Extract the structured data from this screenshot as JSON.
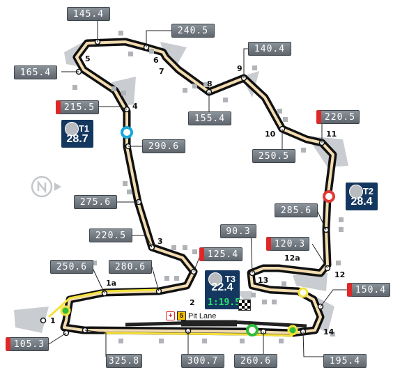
{
  "speed_traps": [
    {
      "id": "t-top",
      "value": "145.4"
    },
    {
      "id": "t-c6",
      "value": "240.5"
    },
    {
      "id": "t-c9",
      "value": "140.4"
    },
    {
      "id": "t-c5",
      "value": "165.4"
    },
    {
      "id": "t-c4",
      "value": "215.5",
      "slow": true
    },
    {
      "id": "t-c11",
      "value": "220.5",
      "slow": true
    },
    {
      "id": "t-c8",
      "value": "155.4"
    },
    {
      "id": "t-straight1",
      "value": "290.6"
    },
    {
      "id": "t-c10",
      "value": "250.5"
    },
    {
      "id": "t-back",
      "value": "275.6"
    },
    {
      "id": "t-c12b",
      "value": "285.6"
    },
    {
      "id": "t-c3",
      "value": "220.5"
    },
    {
      "id": "t-c13",
      "value": "90.3"
    },
    {
      "id": "t-c12a",
      "value": "120.3",
      "slow": true
    },
    {
      "id": "t-c2",
      "value": "125.4",
      "slow": true
    },
    {
      "id": "t-c1a",
      "value": "250.6"
    },
    {
      "id": "t-c1b",
      "value": "280.6"
    },
    {
      "id": "t-c14",
      "value": "150.4",
      "slow": true
    },
    {
      "id": "t-c1",
      "value": "105.3",
      "slow": true
    },
    {
      "id": "t-main1",
      "value": "325.8"
    },
    {
      "id": "t-main2",
      "value": "300.7"
    },
    {
      "id": "t-main3",
      "value": "260.6"
    },
    {
      "id": "t-c14b",
      "value": "195.4"
    }
  ],
  "corners": [
    "1",
    "1a",
    "2",
    "3",
    "4",
    "5",
    "6",
    "7",
    "8",
    "9",
    "10",
    "11",
    "12",
    "12a",
    "13",
    "14"
  ],
  "sectors": [
    {
      "name": "T1",
      "value": "28.7"
    },
    {
      "name": "T2",
      "value": "28.4"
    },
    {
      "name": "T3",
      "value": "22.4"
    }
  ],
  "lap_time": "1:19.5",
  "pit_lane": {
    "label": "Pit Lane",
    "limit": "5"
  },
  "colors": {
    "track": "#111111",
    "racing_line": "#f2dcb0",
    "drs_zone": "#f5e23a",
    "sector1": "#1aa6d8",
    "sector2": "#e03a34",
    "sector3": "#2ebc3a",
    "speed_box": "#6e757c",
    "sector_box": "#14375f"
  },
  "icons": {
    "compass": "north-arrow-icon",
    "badge": "mercedes-star-icon",
    "flag": "chequered-flag-icon"
  }
}
